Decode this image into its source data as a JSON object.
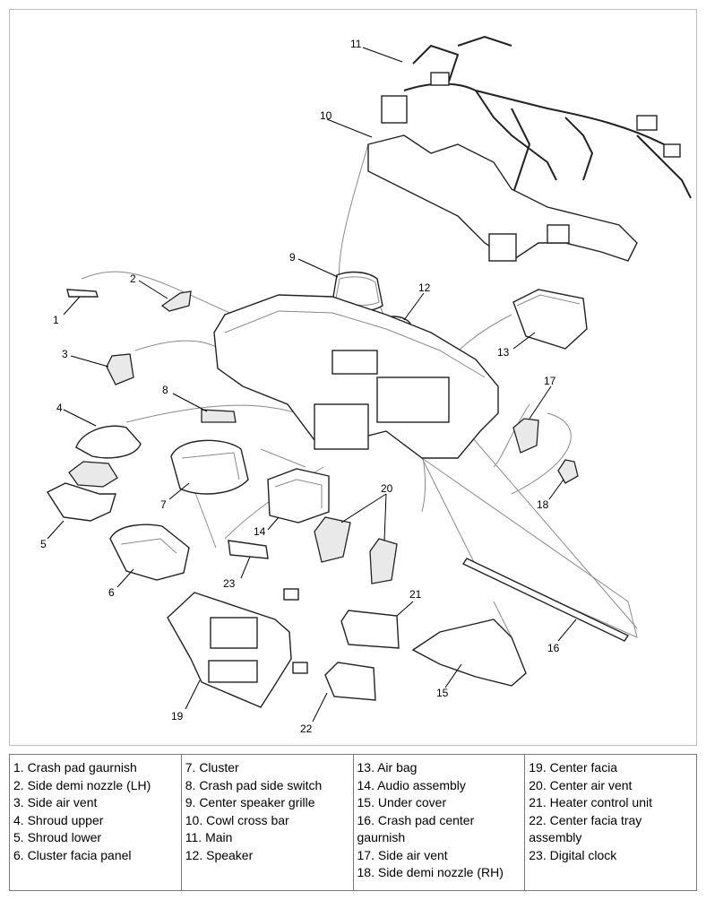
{
  "callouts": {
    "1": "1",
    "2": "2",
    "3": "3",
    "4": "4",
    "5": "5",
    "6": "6",
    "7": "7",
    "8": "8",
    "9": "9",
    "10": "10",
    "11": "11",
    "12": "12",
    "13": "13",
    "14": "14",
    "15": "15",
    "16": "16",
    "17": "17",
    "18": "18",
    "19": "19",
    "20": "20",
    "21": "21",
    "22": "22",
    "23": "23"
  },
  "legend": {
    "col1": [
      "1. Crash pad gaurnish",
      "2. Side demi nozzle (LH)",
      "3. Side air vent",
      "4. Shroud upper",
      "5. Shroud lower",
      "6. Cluster facia panel"
    ],
    "col2": [
      "7. Cluster",
      "8. Crash pad side switch",
      "9. Center speaker grille",
      "10. Cowl cross bar",
      "11. Main",
      "12. Speaker"
    ],
    "col3": [
      "13. Air bag",
      "14. Audio assembly",
      "15. Under cover",
      "16. Crash pad center gaurnish",
      "17. Side air vent",
      "18. Side demi nozzle (RH)"
    ],
    "col4": [
      "19. Center facia",
      "20. Center air vent",
      "21. Heater control unit",
      "22. Center facia tray assembly",
      "23. Digital clock"
    ]
  }
}
